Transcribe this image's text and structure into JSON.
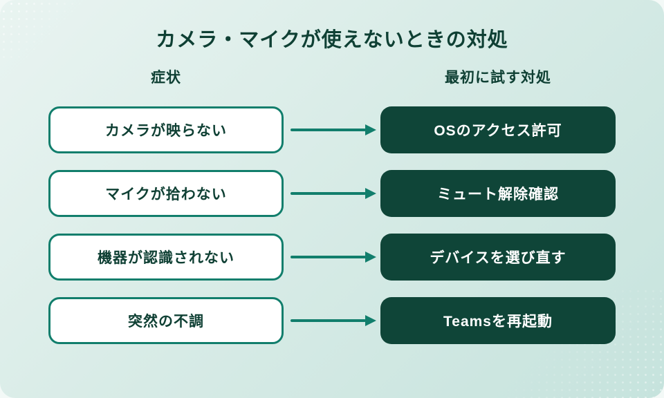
{
  "title": "カメラ・マイクが使えないときの対処",
  "columns": {
    "left": "症状",
    "right": "最初に試す対処"
  },
  "rows": [
    {
      "symptom": "カメラが映らない",
      "action": "OSのアクセス許可"
    },
    {
      "symptom": "マイクが拾わない",
      "action": "ミュート解除確認"
    },
    {
      "symptom": "機器が認識されない",
      "action": "デバイスを選び直す"
    },
    {
      "symptom": "突然の不調",
      "action": "Teamsを再起動"
    }
  ],
  "theme": {
    "dark_green": "#0f4538",
    "text_green": "#0f4034",
    "teal_accent": "#117e6c",
    "card_bg_start": "#e9f4f1",
    "card_bg_mid": "#d7ebe6",
    "card_bg_end": "#c6e3dd",
    "box_white": "#ffffff",
    "text_white": "#ffffff",
    "page_bg": "#f3f9f7"
  }
}
